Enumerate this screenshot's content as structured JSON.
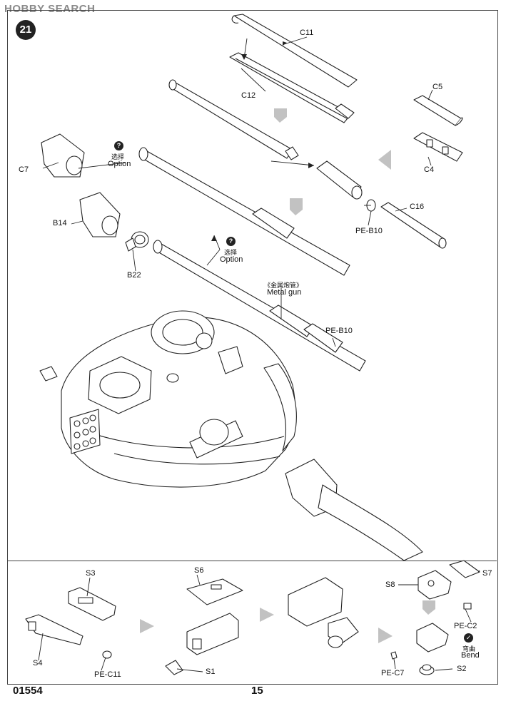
{
  "watermark": "HOBBY SEARCH",
  "step_number": "21",
  "labels": {
    "c11": "C11",
    "c12": "C12",
    "c5": "C5",
    "c4": "C4",
    "c7": "C7",
    "c16": "C16",
    "b14": "B14",
    "b22": "B22",
    "pe_b10_top": "PE-B10",
    "pe_b10_gun": "PE-B10",
    "s3": "S3",
    "s4": "S4",
    "pe_c11": "PE-C11",
    "s6": "S6",
    "s1": "S1",
    "s7": "S7",
    "s8": "S8",
    "pe_c2": "PE-C2",
    "pe_c7": "PE-C7",
    "s2": "S2"
  },
  "option_upper": {
    "cn": "选择",
    "en": "Option"
  },
  "option_lower": {
    "cn": "选择",
    "en": "Option"
  },
  "metal_gun": {
    "cn": "《金属炮管》",
    "en": "Metal gun"
  },
  "bend": {
    "cn": "弯曲",
    "en": "Bend"
  },
  "footer": {
    "model_number": "01554",
    "page_number": "15"
  }
}
